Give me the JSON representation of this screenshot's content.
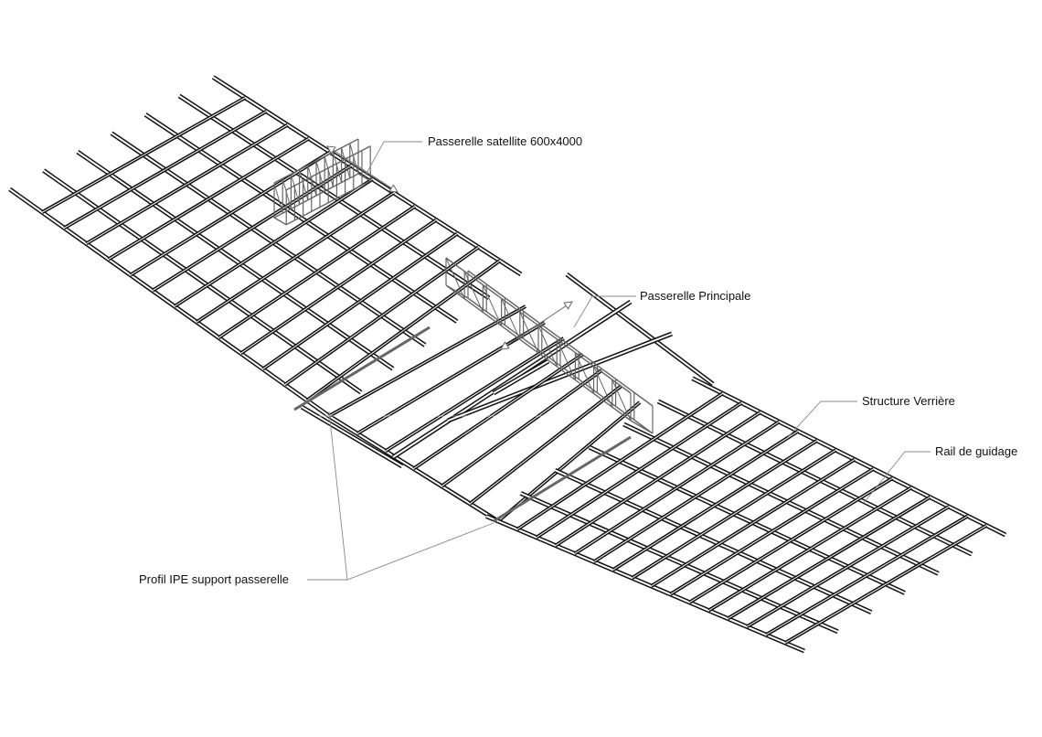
{
  "labels": {
    "passerelle_satellite": "Passerelle satellite 600x4000",
    "passerelle_principale": "Passerelle Principale",
    "structure_verriere": "Structure Verrière",
    "rail_guidage": "Rail de guidage",
    "profil_ipe": "Profil IPE support passerelle"
  },
  "colors": {
    "steel": "#111111",
    "walkway": "#666666",
    "leader": "#8a8a8a",
    "background": "#ffffff"
  }
}
